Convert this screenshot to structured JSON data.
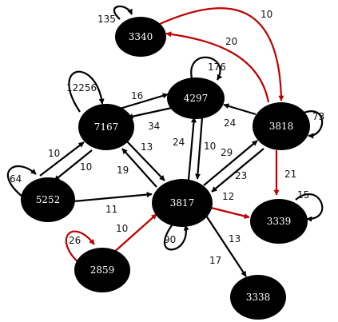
{
  "graph": {
    "colors": {
      "node": "#000000",
      "node_text": "#ffffff",
      "edge_default": "#000000",
      "edge_highlight": "#c00000"
    },
    "nodes": [
      {
        "id": "n3340",
        "label": "3340"
      },
      {
        "id": "n4297",
        "label": "4297"
      },
      {
        "id": "n7167",
        "label": "7167"
      },
      {
        "id": "n3818",
        "label": "3818"
      },
      {
        "id": "n5252",
        "label": "5252"
      },
      {
        "id": "n3817",
        "label": "3817"
      },
      {
        "id": "n3339",
        "label": "3339"
      },
      {
        "id": "n2859",
        "label": "2859"
      },
      {
        "id": "n3338",
        "label": "3338"
      }
    ],
    "edges": [
      {
        "id": "e-3340-3340",
        "from": "3340",
        "to": "3340",
        "label": "135",
        "highlight": false
      },
      {
        "id": "e-3340-3818",
        "from": "3340",
        "to": "3818",
        "label": "10",
        "highlight": true
      },
      {
        "id": "e-3818-3340",
        "from": "3818",
        "to": "3340",
        "label": "20",
        "highlight": true
      },
      {
        "id": "e-7167-7167",
        "from": "7167",
        "to": "7167",
        "label": "12256",
        "highlight": false
      },
      {
        "id": "e-4297-4297",
        "from": "4297",
        "to": "4297",
        "label": "176",
        "highlight": false
      },
      {
        "id": "e-7167-4297",
        "from": "7167",
        "to": "4297",
        "label": "16",
        "highlight": false
      },
      {
        "id": "e-4297-7167",
        "from": "4297",
        "to": "7167",
        "label": "34",
        "highlight": false
      },
      {
        "id": "e-3818-3818",
        "from": "3818",
        "to": "3818",
        "label": "73",
        "highlight": false
      },
      {
        "id": "e-3818-4297",
        "from": "3818",
        "to": "4297",
        "label": "24",
        "highlight": false
      },
      {
        "id": "e-5252-5252",
        "from": "5252",
        "to": "5252",
        "label": "64",
        "highlight": false
      },
      {
        "id": "e-5252-7167",
        "from": "5252",
        "to": "7167",
        "label": "10",
        "highlight": false
      },
      {
        "id": "e-7167-5252",
        "from": "7167",
        "to": "5252",
        "label": "10",
        "highlight": false
      },
      {
        "id": "e-7167-3817",
        "from": "7167",
        "to": "3817",
        "label": "13",
        "highlight": false
      },
      {
        "id": "e-3817-7167",
        "from": "3817",
        "to": "7167",
        "label": "19",
        "highlight": false
      },
      {
        "id": "e-3817-4297",
        "from": "3817",
        "to": "4297",
        "label": "24",
        "highlight": false
      },
      {
        "id": "e-4297-3817",
        "from": "4297",
        "to": "3817",
        "label": "10",
        "highlight": false
      },
      {
        "id": "e-3817-3818",
        "from": "3817",
        "to": "3818",
        "label": "29",
        "highlight": false
      },
      {
        "id": "e-3818-3817",
        "from": "3818",
        "to": "3817",
        "label": "23",
        "highlight": false
      },
      {
        "id": "e-3818-3339",
        "from": "3818",
        "to": "3339",
        "label": "21",
        "highlight": true
      },
      {
        "id": "e-5252-3817",
        "from": "5252",
        "to": "3817",
        "label": "11",
        "highlight": false
      },
      {
        "id": "e-3817-3339",
        "from": "3817",
        "to": "3339",
        "label": "12",
        "highlight": true
      },
      {
        "id": "e-3339-3339",
        "from": "3339",
        "to": "3339",
        "label": "15",
        "highlight": false
      },
      {
        "id": "e-2859-2859",
        "from": "2859",
        "to": "2859",
        "label": "26",
        "highlight": true
      },
      {
        "id": "e-2859-3817",
        "from": "2859",
        "to": "3817",
        "label": "10",
        "highlight": true
      },
      {
        "id": "e-3817-3817",
        "from": "3817",
        "to": "3817",
        "label": "90",
        "highlight": false
      },
      {
        "id": "e-3817-3338",
        "from": "3817",
        "to": "3338",
        "label": "13",
        "highlight": false
      },
      {
        "id": "e-3817-3338-b",
        "from": "3817",
        "to": "3338",
        "label": "17",
        "highlight": false
      }
    ]
  }
}
